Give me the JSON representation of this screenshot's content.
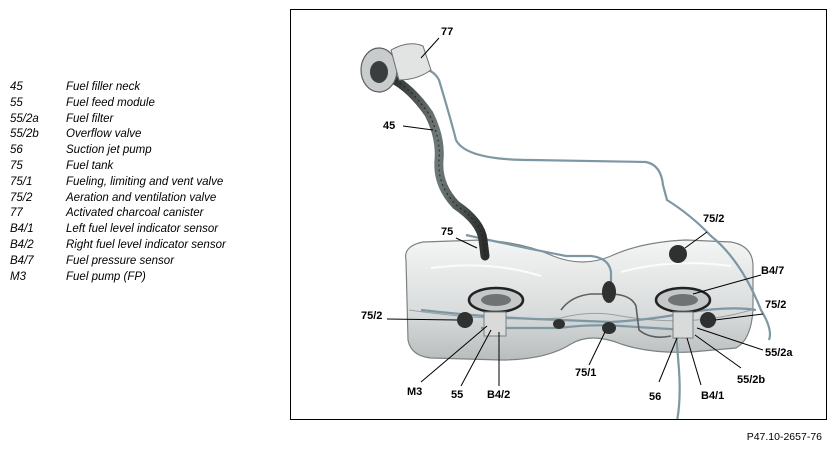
{
  "legend": {
    "items": [
      {
        "code": "45",
        "desc": "Fuel filler neck"
      },
      {
        "code": "55",
        "desc": "Fuel feed module"
      },
      {
        "code": "55/2a",
        "desc": "Fuel filter"
      },
      {
        "code": "55/2b",
        "desc": "Overflow valve"
      },
      {
        "code": "56",
        "desc": "Suction jet pump"
      },
      {
        "code": "75",
        "desc": "Fuel tank"
      },
      {
        "code": "75/1",
        "desc": "Fueling, limiting and vent valve"
      },
      {
        "code": "75/2",
        "desc": "Aeration and ventilation valve"
      },
      {
        "code": "77",
        "desc": "Activated charcoal canister"
      },
      {
        "code": "B4/1",
        "desc": "Left fuel level indicator sensor"
      },
      {
        "code": "B4/2",
        "desc": "Right fuel level indicator sensor"
      },
      {
        "code": "B4/7",
        "desc": "Fuel pressure sensor"
      },
      {
        "code": "M3",
        "desc": "Fuel pump (FP)"
      }
    ]
  },
  "callouts": {
    "c77": "77",
    "c45": "45",
    "c75": "75",
    "c75_2_top": "75/2",
    "c75_2_left": "75/2",
    "c75_2_right": "75/2",
    "cB4_7": "B4/7",
    "c55_2a": "55/2a",
    "c55_2b": "55/2b",
    "c75_1": "75/1",
    "cM3": "M3",
    "c55": "55",
    "cB4_2": "B4/2",
    "c56": "56",
    "cB4_1": "B4/1"
  },
  "reference_code": "P47.10-2657-76"
}
